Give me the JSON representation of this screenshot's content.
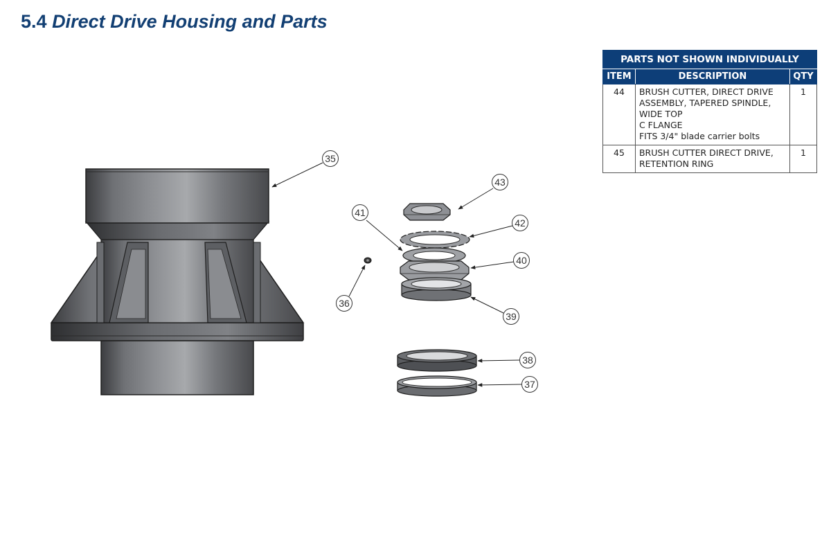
{
  "page": {
    "title_number": "5.4",
    "title_text": "Direct Drive Housing and Parts"
  },
  "diagram": {
    "callouts": [
      "35",
      "36",
      "37",
      "38",
      "39",
      "40",
      "41",
      "42",
      "43"
    ]
  },
  "parts_table": {
    "caption": "PARTS NOT SHOWN INDIVIDUALLY",
    "headers": [
      "ITEM",
      "DESCRIPTION",
      "QTY"
    ],
    "rows": [
      {
        "item": "44",
        "description": "BRUSH CUTTER, DIRECT DRIVE ASSEMBLY, TAPERED SPINDLE, WIDE TOP\nC FLANGE\nFITS 3/4\" blade carrier bolts",
        "qty": "1"
      },
      {
        "item": "45",
        "description": "BRUSH CUTTER DIRECT DRIVE, RETENTION RING",
        "qty": "1"
      }
    ]
  }
}
